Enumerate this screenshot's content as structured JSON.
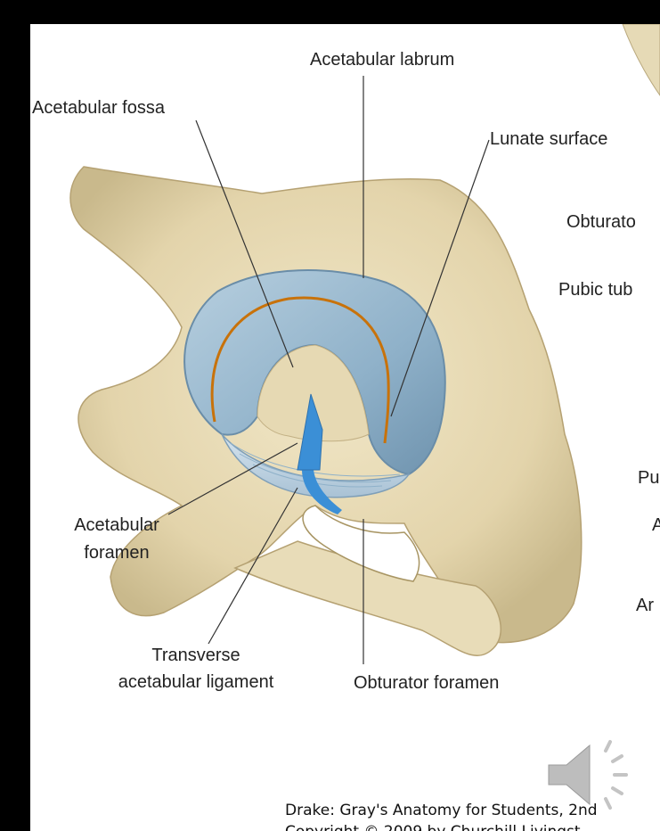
{
  "labels": {
    "acetabular_labrum": "Acetabular labrum",
    "acetabular_fossa": "Acetabular fossa",
    "lunate_surface": "Lunate surface",
    "obturator_partial": "Obturato",
    "pubic_tub_partial": "Pubic tub",
    "pu_partial": "Pu",
    "a_partial": "A",
    "ar_partial": "Ar",
    "acetabular_foramen_line1": "Acetabular",
    "acetabular_foramen_line2": "foramen",
    "transverse_ligament_line1": "Transverse",
    "transverse_ligament_line2": "acetabular ligament",
    "obturator_foramen": "Obturator foramen"
  },
  "caption": {
    "line1": "Drake: Gray's Anatomy for Students, 2nd",
    "line2": "Copyright © 2009 by Churchill Livingst"
  },
  "icons": {
    "speaker": "speaker-icon"
  },
  "colors": {
    "bone": "#e8dcb8",
    "labrum": "#8fb1c9",
    "lunate_line": "#c8720a",
    "arrow": "#3b8fd6"
  }
}
